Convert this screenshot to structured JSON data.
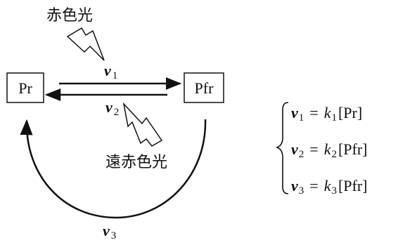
{
  "labels": {
    "red_light": "赤色光",
    "far_red_light": "遠赤色光"
  },
  "boxes": {
    "pr": "Pr",
    "pfr": "Pfr"
  },
  "rates": {
    "v1": {
      "base": "v",
      "sub": "1"
    },
    "v2": {
      "base": "v",
      "sub": "2"
    },
    "v3": {
      "base": "v",
      "sub": "3"
    }
  },
  "equations": [
    {
      "v": "v",
      "v_sub": "1",
      "k": "k",
      "k_sub": "1",
      "species": "[Pr]"
    },
    {
      "v": "v",
      "v_sub": "2",
      "k": "k",
      "k_sub": "2",
      "species": "[Pfr]"
    },
    {
      "v": "v",
      "v_sub": "3",
      "k": "k",
      "k_sub": "3",
      "species": "[Pfr]"
    }
  ],
  "colors": {
    "ink": "#111111",
    "background": "#ffffff"
  }
}
